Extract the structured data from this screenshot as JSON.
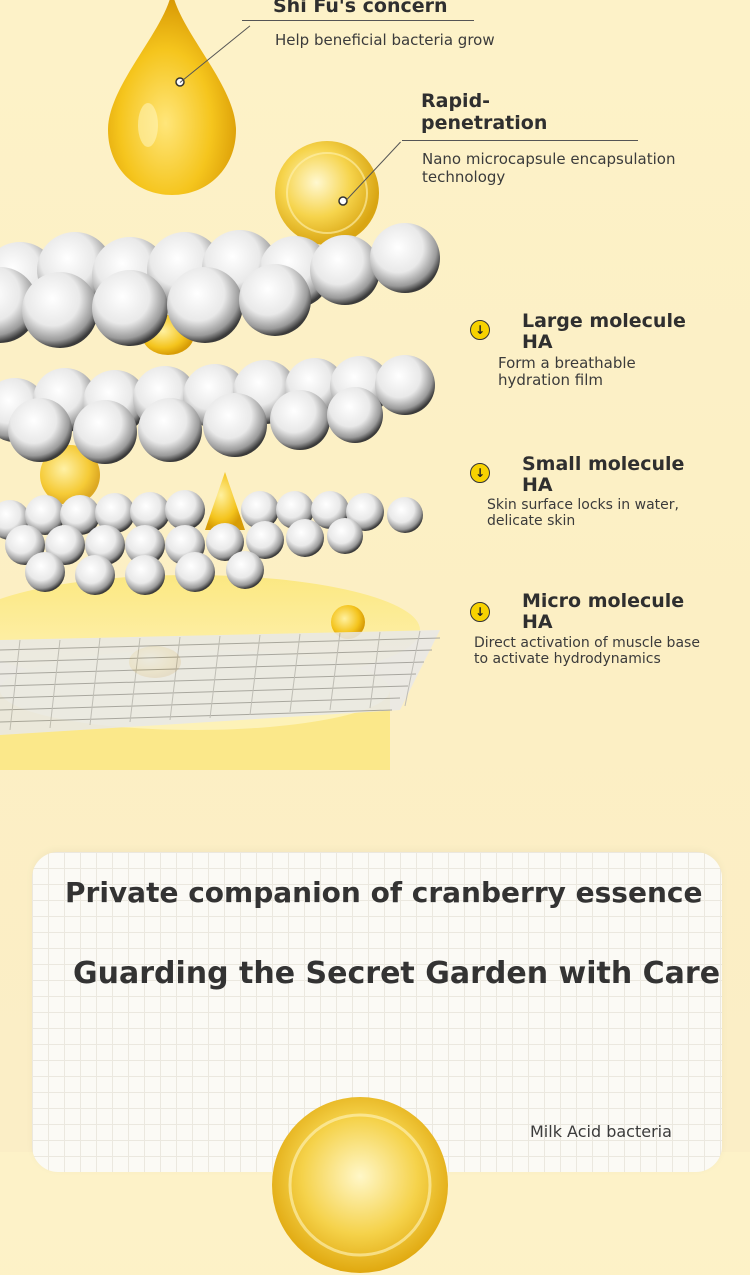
{
  "top_labels": {
    "concern_title": "Shi Fu's concern",
    "concern_desc": "Help beneficial bacteria grow",
    "rapid_title_line1": "Rapid-",
    "rapid_title_line2": "penetration",
    "rapid_desc_line1": "Nano microcapsule encapsulation",
    "rapid_desc_line2": "technology"
  },
  "molecules": [
    {
      "title_line1": "Large molecule",
      "title_line2": "HA",
      "desc_line1": "Form a breathable",
      "desc_line2": "hydration film",
      "icon": "arrow-down-icon"
    },
    {
      "title_line1": "Small molecule",
      "title_line2": "HA",
      "desc_line1": "Skin surface locks in water,",
      "desc_line2": "delicate skin",
      "icon": "arrow-down-icon"
    },
    {
      "title_line1": "Micro molecule",
      "title_line2": "HA",
      "desc_line1": "Direct activation of muscle base",
      "desc_line2": "to activate hydrodynamics",
      "icon": "arrow-down-icon"
    }
  ],
  "card": {
    "heading1": "Private companion of cranberry essence",
    "heading2": "Guarding the Secret Garden with Care",
    "bottom_label": "Milk Acid bacteria"
  },
  "colors": {
    "gold": "#f2c21b",
    "cream": "#fdf2c8",
    "icon_yellow": "#f7d200"
  }
}
